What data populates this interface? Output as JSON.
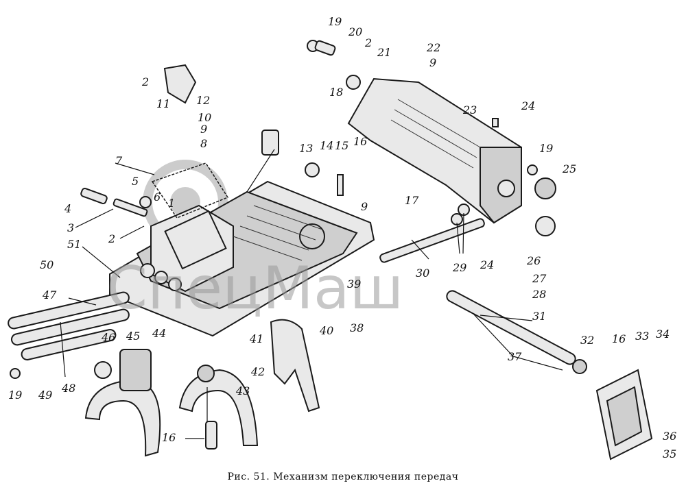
{
  "caption": "Рис. 51. Механизм переключения передач",
  "watermark": "СпецМаш",
  "callouts": [
    "19",
    "20",
    "2",
    "21",
    "22",
    "9",
    "18",
    "23",
    "24",
    "2",
    "11",
    "12",
    "10",
    "9",
    "8",
    "13",
    "14",
    "15",
    "16",
    "7",
    "19",
    "25",
    "17",
    "5",
    "6",
    "4",
    "9",
    "3",
    "2",
    "1",
    "24",
    "26",
    "27",
    "28",
    "51",
    "50",
    "29",
    "30",
    "39",
    "47",
    "38",
    "31",
    "41",
    "40",
    "46",
    "45",
    "44",
    "32",
    "16",
    "33",
    "34",
    "42",
    "48",
    "43",
    "37",
    "19",
    "49",
    "16",
    "36",
    "35"
  ]
}
